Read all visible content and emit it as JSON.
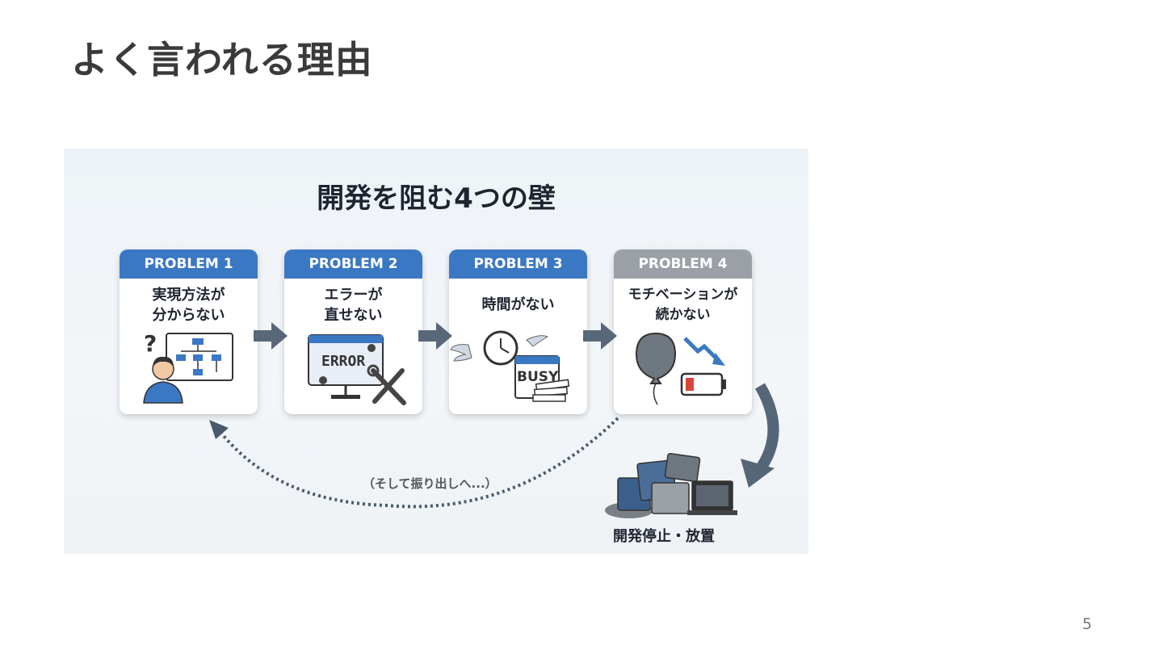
{
  "slide": {
    "title": "よく言われる理由",
    "page_number": "5"
  },
  "figure": {
    "title": "開発を阻む4つの壁",
    "problems": [
      {
        "label": "PROBLEM 1",
        "text": "実現方法が\n分からない",
        "color": "#3b78c4"
      },
      {
        "label": "PROBLEM 2",
        "text": "エラーが\n直せない",
        "color": "#3b78c4"
      },
      {
        "label": "PROBLEM 3",
        "text": "時間がない",
        "color": "#3b78c4"
      },
      {
        "label": "PROBLEM 4",
        "text": "モチベーションが\n続かない",
        "color": "#9aa0a6"
      }
    ],
    "icon_texts": {
      "error": "ERROR",
      "busy": "BUSY"
    },
    "loop_caption": "（そして振り出しへ...）",
    "abandon_caption": "開発停止・放置",
    "icons": [
      "question-person-icon",
      "error-monitor-icon",
      "winged-clock-icon",
      "balloon-battery-icon",
      "abandoned-devices-icon"
    ]
  }
}
